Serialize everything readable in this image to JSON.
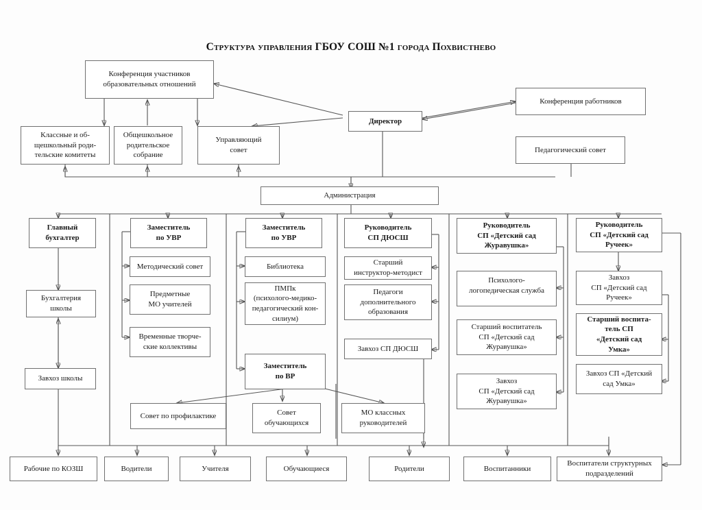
{
  "document": {
    "title": "Структура управления ГБОУ СОШ №1 города Похвистнево"
  },
  "nodes": {
    "conference_participants": "Конференция участников\nобразовательных отношений",
    "conference_workers": "Конференция работников",
    "director": "Директор",
    "pedagogical_council": "Педагогический совет",
    "parent_committees": "Классные и об-\nщешкольный роди-\nтельские комитеты",
    "school_parent_meeting": "Общешкольное\nродительское\nсобрание",
    "governing_council": "Управляющий\nсовет",
    "administration": "Администрация",
    "chief_accountant": "Главный\nбухгалтер",
    "school_accounting": "Бухгалтерия\nшколы",
    "school_supply_manager": "Завхоз школы",
    "deputy_uvr_1": "Заместитель\nпо УВР",
    "methodical_council": "Методический совет",
    "subject_mo_teachers": "Предметные\nМО учителей",
    "temporary_creative_teams": "Временные творче-\nские коллективы",
    "deputy_uvr_2": "Заместитель\nпо УВР",
    "library": "Библиотека",
    "pmpk": "ПМПк\n(психолого-медико-\nпедагогический кон-\nсилиум)",
    "deputy_vr": "Заместитель\nпо ВР",
    "head_sp_dyussh": "Руководитель\nСП ДЮСШ",
    "senior_instructor_methodist": "Старший\nинструктор-методист",
    "additional_education_teachers": "Педагоги\nдополнительного\nобразования",
    "supply_manager_dyussh": "Завхоз СП ДЮСШ",
    "head_sp_zhuravushka": "Руководитель\nСП «Детский сад\nЖуравушка»",
    "psych_logoped_service": "Психолого-\nлогопедическая служба",
    "senior_educator_zhuravushka": "Старший воспитатель\nСП «Детский сад\nЖуравушка»",
    "supply_manager_zhuravushka": "Завхоз\nСП «Детский сад\nЖуравушка»",
    "head_sp_rucheek": "Руководитель\nСП «Детский сад\nРучеек»",
    "supply_manager_rucheek": "Завхоз\nСП «Детский сад\nРучеек»",
    "senior_educator_umka": "Старший воспита-\nтель СП\n«Детский сад\nУмка»",
    "supply_manager_umka": "Завхоз СП «Детский\nсад Умка»",
    "prevention_council": "Совет по профилактике",
    "students_council": "Совет\nобучающихся",
    "mo_class_teachers": "МО классных\nруководителей",
    "workers_kozsh": "Рабочие по КОЗШ",
    "drivers": "Водители",
    "teachers": "Учителя",
    "students": "Обучающиеся",
    "parents": "Родители",
    "pupils": "Воспитанники",
    "educators_structural_units": "Воспитатели структурных\nподразделений"
  },
  "chart_data": {
    "type": "diagram",
    "title": "Структура управления ГБОУ СОШ №1 города Похвистнево",
    "levels": [
      {
        "name": "collegial-bodies",
        "items": [
          "Конференция участников образовательных отношений",
          "Конференция работников",
          "Директор",
          "Педагогический совет"
        ]
      },
      {
        "name": "public-bodies",
        "items": [
          "Классные и общешкольный родительские комитеты",
          "Общешкольное родительское собрание",
          "Управляющий совет"
        ]
      },
      {
        "name": "administration",
        "items": [
          "Администрация"
        ]
      },
      {
        "name": "management-columns",
        "items": [
          "Главный бухгалтер",
          "Заместитель по УВР",
          "Заместитель по УВР",
          "Руководитель СП ДЮСШ",
          "Руководитель СП «Детский сад Журавушка»",
          "Руководитель СП «Детский сад Ручеек»"
        ]
      },
      {
        "name": "bottom-stakeholders",
        "items": [
          "Рабочие по КОЗШ",
          "Водители",
          "Учителя",
          "Обучающиеся",
          "Родители",
          "Воспитанники",
          "Воспитатели структурных подразделений"
        ]
      }
    ]
  }
}
